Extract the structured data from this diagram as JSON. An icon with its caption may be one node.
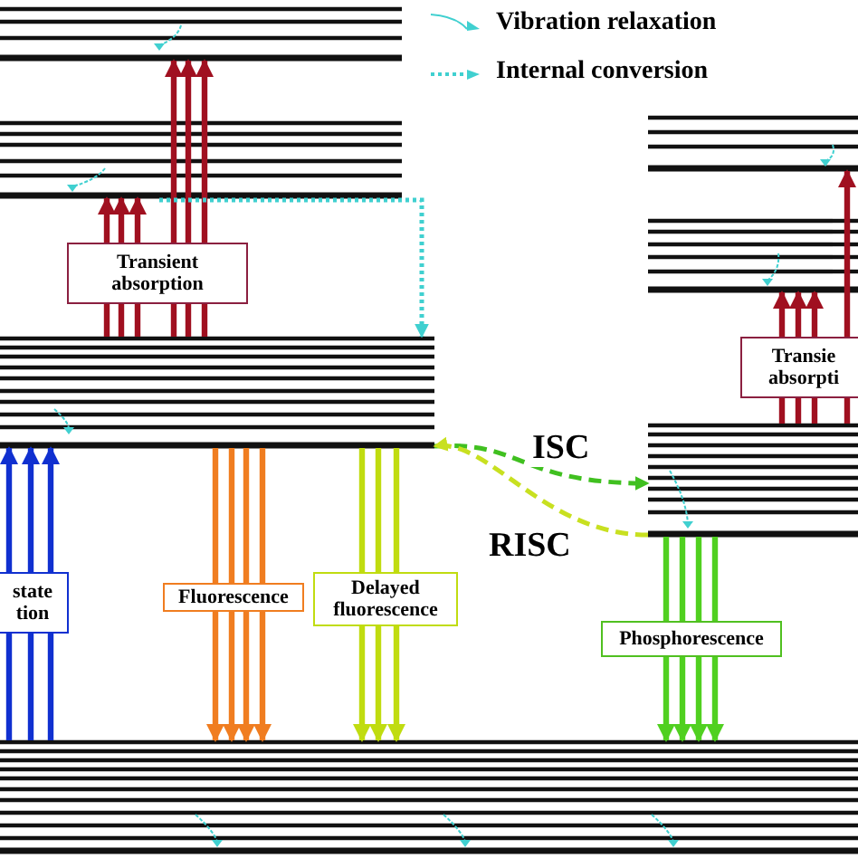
{
  "diagram": {
    "nodes": [
      {
        "text": [],
        "shape": "bar"
      },
      {
        "text": [],
        "shape": "bar"
      },
      {
        "text": [],
        "shape": "bar"
      },
      {
        "text": [],
        "shape": "bar"
      },
      {
        "text": [],
        "shape": "bar"
      },
      {
        "text": [],
        "shape": "bar"
      },
      {
        "text": [],
        "shape": "bar"
      }
    ],
    "edges": [
      {
        "from": 3,
        "to": 2,
        "arrow": "to",
        "color": "#1030d0"
      },
      {
        "from": 3,
        "to": 2,
        "arrow": "to",
        "label": "state tion",
        "color": "#1030d0"
      },
      {
        "from": 3,
        "to": 2,
        "arrow": "to",
        "color": "#1030d0"
      },
      {
        "from": 2,
        "to": 1,
        "arrow": "to",
        "color": "#a01020"
      },
      {
        "from": 2,
        "to": 1,
        "arrow": "to",
        "label": "Transient absorption",
        "color": "#a01020"
      },
      {
        "from": 2,
        "to": 1,
        "arrow": "to",
        "color": "#a01020"
      },
      {
        "from": 2,
        "to": 0,
        "arrow": "to",
        "color": "#a01020"
      },
      {
        "from": 2,
        "to": 0,
        "arrow": "to",
        "color": "#a01020"
      },
      {
        "from": 2,
        "to": 0,
        "arrow": "to",
        "color": "#a01020"
      },
      {
        "from": 2,
        "to": 3,
        "arrow": "to",
        "color": "#f07d20"
      },
      {
        "from": 2,
        "to": 3,
        "arrow": "to",
        "label": "Fluorescence",
        "color": "#f07d20"
      },
      {
        "from": 2,
        "to": 3,
        "arrow": "to",
        "color": "#f07d20"
      },
      {
        "from": 2,
        "to": 3,
        "arrow": "to",
        "color": "#f07d20"
      },
      {
        "from": 2,
        "to": 3,
        "arrow": "to",
        "color": "#c0dc10"
      },
      {
        "from": 2,
        "to": 3,
        "arrow": "to",
        "label": "Delayed fluorescence",
        "color": "#c0dc10"
      },
      {
        "from": 2,
        "to": 3,
        "arrow": "to",
        "color": "#c0dc10"
      },
      {
        "from": 1,
        "to": 2,
        "arrow": "to",
        "style": "dashed",
        "color": "#40d0d0"
      },
      {
        "from": 2,
        "to": 6,
        "arrow": "to",
        "label": "ISC",
        "style": "dashed",
        "color": "#40c020"
      },
      {
        "from": 6,
        "to": 2,
        "arrow": "to",
        "label": "RISC",
        "style": "dashed",
        "color": "#c8e020"
      },
      {
        "from": 6,
        "to": 3,
        "arrow": "to",
        "color": "#50d020"
      },
      {
        "from": 6,
        "to": 3,
        "arrow": "to",
        "label": "Phosphorescence",
        "color": "#50d020"
      },
      {
        "from": 6,
        "to": 3,
        "arrow": "to",
        "color": "#50d020"
      },
      {
        "from": 6,
        "to": 3,
        "arrow": "to",
        "color": "#50d020"
      },
      {
        "from": 6,
        "to": 5,
        "arrow": "to",
        "color": "#a01020"
      },
      {
        "from": 6,
        "to": 5,
        "arrow": "to",
        "label": "Transie absorpti",
        "color": "#a01020"
      },
      {
        "from": 6,
        "to": 5,
        "arrow": "to",
        "color": "#a01020"
      },
      {
        "from": 6,
        "to": 4,
        "arrow": "to",
        "color": "#a01020"
      }
    ],
    "legend": [
      {
        "text": "Vibration relaxation"
      },
      {
        "text": "Internal conversion"
      }
    ]
  }
}
